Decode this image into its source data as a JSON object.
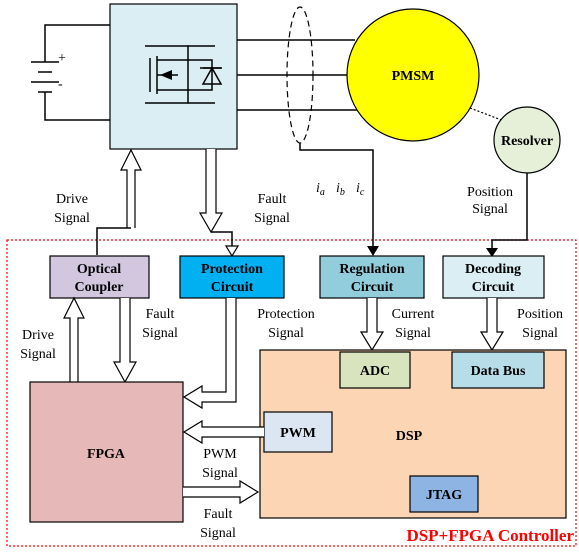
{
  "motor": {
    "label": "PMSM",
    "fill": "#ffff00"
  },
  "resolver": {
    "label": "Resolver",
    "fill": "#e6f0d8"
  },
  "battery": {
    "plus": "+",
    "minus": "-"
  },
  "currents": {
    "ia": "i",
    "ia_sub": "a",
    "ib": "i",
    "ib_sub": "b",
    "ic": "i",
    "ic_sub": "c"
  },
  "blocks": {
    "optical": {
      "line1": "Optical",
      "line2": "Coupler",
      "fill": "#d2c7de"
    },
    "protection": {
      "line1": "Protection",
      "line2": "Circuit",
      "fill": "#00b0f0"
    },
    "regulation": {
      "line1": "Regulation",
      "line2": "Circuit",
      "fill": "#92cddc"
    },
    "decoding": {
      "line1": "Decoding",
      "line2": "Circuit",
      "fill": "#daeef3"
    },
    "fpga": {
      "label": "FPGA",
      "fill": "#e6b8b7"
    },
    "dsp": {
      "label": "DSP",
      "fill": "#fcd5b5"
    },
    "adc": {
      "label": "ADC",
      "fill": "#d7e4bd"
    },
    "databus": {
      "label": "Data Bus",
      "fill": "#b7dee8"
    },
    "pwm": {
      "label": "PWM",
      "fill": "#dce6f2"
    },
    "jtag": {
      "label": "JTAG",
      "fill": "#8eb4e3"
    },
    "inverter": {
      "fill": "#dbeef4"
    }
  },
  "signals": {
    "drive_top": [
      "Drive",
      "Signal"
    ],
    "fault_top": [
      "Fault",
      "Signal"
    ],
    "position_top": [
      "Position",
      "Signal"
    ],
    "drive_left": [
      "Drive",
      "Signal"
    ],
    "fault_mid": [
      "Fault",
      "Signal"
    ],
    "protection": [
      "Protection",
      "Signal"
    ],
    "current": [
      "Current",
      "Signal"
    ],
    "position_right": [
      "Position",
      "Signal"
    ],
    "pwm": [
      "PWM",
      "Signal"
    ],
    "fault_bottom": [
      "Fault",
      "Signal"
    ]
  },
  "controller": {
    "label": "DSP+FPGA Controller",
    "color": "#ff0000"
  }
}
